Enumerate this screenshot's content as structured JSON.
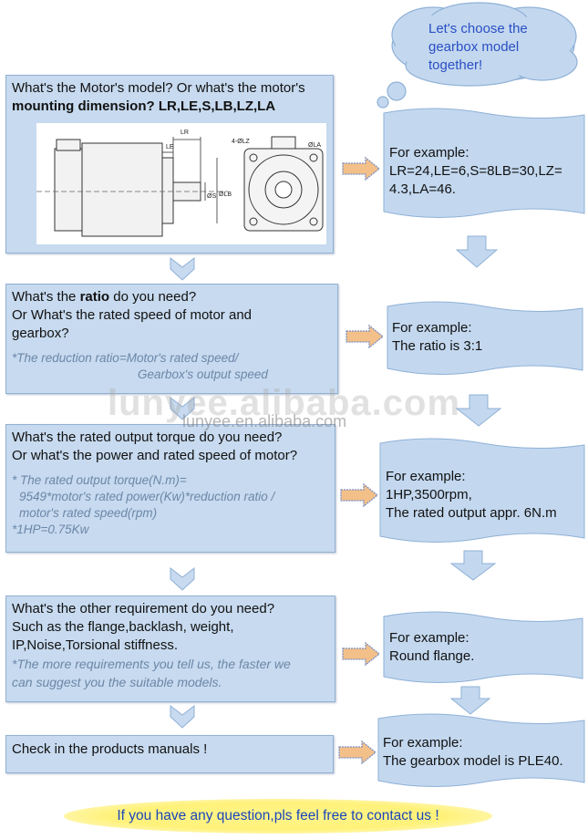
{
  "cloud_text": [
    "Let's choose the",
    "gearbox model",
    "together!"
  ],
  "steps": [
    {
      "line1": "What's the Motor's model? Or what's the motor's",
      "line2_bold": "mounting dimension? LR,LE,S,LB,LZ,LA",
      "example": [
        "For example:",
        "LR=24,LE=6,S=8LB=30,LZ=",
        "4.3,LA=46."
      ],
      "drawing_labels": {
        "lr": "LR",
        "le": "LE",
        "s": "ØS",
        "lb": "ØLB",
        "lz": "4-ØLZ",
        "la": "ØLA"
      }
    },
    {
      "pre": "What's the ",
      "bold": "ratio",
      "post": " do you need?",
      "line2": "Or What's the rated speed of motor and",
      "line3": "gearbox?",
      "note1": "*The reduction ratio=Motor's rated speed/",
      "note2": "Gearbox's output speed",
      "example": [
        "For example:",
        "The ratio is 3:1"
      ]
    },
    {
      "line1": "What's the rated output torque do you need?",
      "line2": "Or what's the power and rated speed of motor?",
      "note1": "* The rated output torque(N.m)=",
      "note2": "9549*motor's rated power(Kw)*reduction ratio /",
      "note3": "motor's rated speed(rpm)",
      "note4": "*1HP=0.75Kw",
      "example": [
        "For example:",
        "1HP,3500rpm,",
        "The rated output appr. 6N.m"
      ]
    },
    {
      "line1": "What's the other requirement do you need?",
      "line2": "Such as the flange,backlash, weight,",
      "line3": "IP,Noise,Torsional stiffness.",
      "note1": "*The more requirements you tell us, the faster we",
      "note2": "can suggest you the suitable models.",
      "example": [
        "For example:",
        "Round flange."
      ]
    },
    {
      "line1": "Check in the products manuals !",
      "example": [
        "For example:",
        "The gearbox model is PLE40."
      ]
    }
  ],
  "watermark": {
    "large": "lunyee.alibaba.com",
    "small": "lunyee.en.alibaba.com"
  },
  "footer": "If you have any question,pls feel free to contact us !",
  "colors": {
    "box": "#c7daef",
    "arrow": "#f3c08a",
    "cta": "#fff27a",
    "cta_text": "#1c46b8",
    "note": "#6c87a8"
  }
}
